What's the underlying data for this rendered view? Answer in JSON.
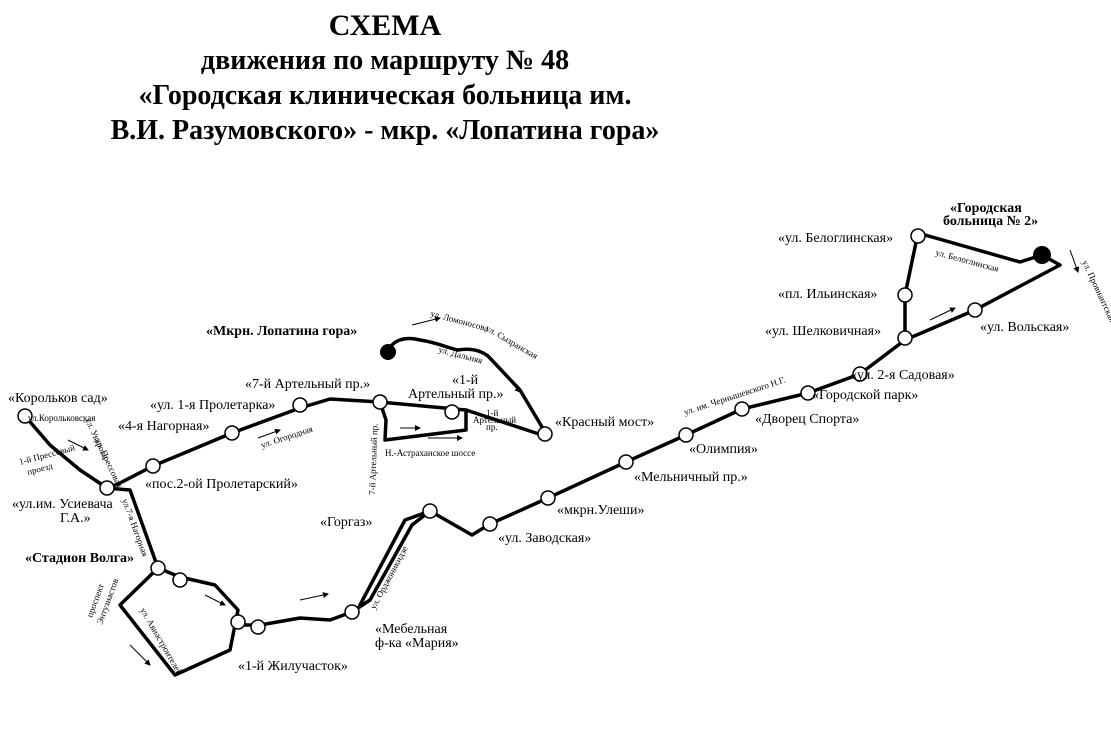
{
  "title": {
    "line1": "СХЕМА",
    "line2": "движения по маршруту № 48",
    "line3": "«Городская клиническая  больница им.",
    "line4": "В.И. Разумовского» - мкр. «Лопатина гора»"
  },
  "stops": {
    "lopatina": "«Мкрн. Лопатина гора»",
    "korolkov": "«Корольков сад»",
    "usievich_1": "«ул.им. Усиевача",
    "usievich_2": "Г.А.»",
    "nagornaya4": "«4-я Нагорная»",
    "proletarka1": "«ул. 1-я Пролетарка»",
    "artelny7": "«7-й Артельный пр.»",
    "artelny1_1": "«1-й",
    "artelny1_2": "Артельный пр.»",
    "krasny_most": "«Красный мост»",
    "pos2_proletarsky": "«пос.2-ой Пролетарский»",
    "stadion_volga": "«Стадион Волга»",
    "zhiluchastok1": "«1-й Жилучасток»",
    "mebelnaya_1": "«Мебельная",
    "mebelnaya_2": "ф-ка «Мария»",
    "gorgaz": "«Горгаз»",
    "zavodskaya": "«ул. Заводская»",
    "uleshi": "«мкрн.Улеши»",
    "melnichny": "«Мельничный пр.»",
    "olimpiya": "«Олимпия»",
    "dvorets_sporta": "«Дворец Спорта»",
    "gorodskoy_park": "«Городской парк»",
    "sadovaya2": "«ул. 2-я Садовая»",
    "shelkovichnaya": "«ул. Шелковичная»",
    "volskaya": "«ул. Вольская»",
    "ilyinskaya": "«пл. Ильинская»",
    "beloglinskaya": "«ул. Белоглинская»",
    "hospital_1": "«Городская",
    "hospital_2": "больница № 2»"
  },
  "streets": {
    "lomonosova": "ул. Ломоносова",
    "sызранская": "ул. Сызранская",
    "dalnyaya": "ул. Дальняя",
    "korolkovskaya": "ул.Корольковская",
    "pressovy_1": "1-й Прессовый",
    "pressovy_2": "проезд",
    "uvarova": "ул. Уварова",
    "pressovaya": "ул. Прессовая",
    "nagornaya7": "ул.7-я Нагорная",
    "ogorodnaya": "ул. Огородная",
    "artelny7_street": "7-й Артельный пр.",
    "n_astrakhanskoe": "Н.-Астраханское шоссе",
    "artelny1_s1": "1-й",
    "artelny1_s2": "Артельный",
    "artelny1_s3": "пр.",
    "chernyshevskogo": "ул. им. Чернышевского Н.Г.",
    "ordzhonikidze": "ул. Орджоникидзе",
    "entuziastov_1": "проспект",
    "entuziastov_2": "Энтузиастов",
    "aviastroiteley": "ул. Авиастроителей",
    "beloglinskaya_street": "ул. Белоглинская",
    "provintsialnaya": "ул. Провиантская"
  },
  "colors": {
    "route": "#000000",
    "background": "#ffffff"
  }
}
